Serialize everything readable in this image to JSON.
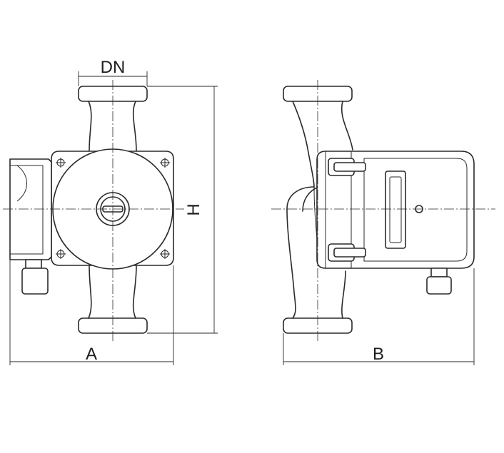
{
  "labels": {
    "dn": "DN",
    "h": "H",
    "a": "A",
    "b": "B"
  },
  "colors": {
    "line": "#2a2a2a",
    "background": "#ffffff"
  }
}
